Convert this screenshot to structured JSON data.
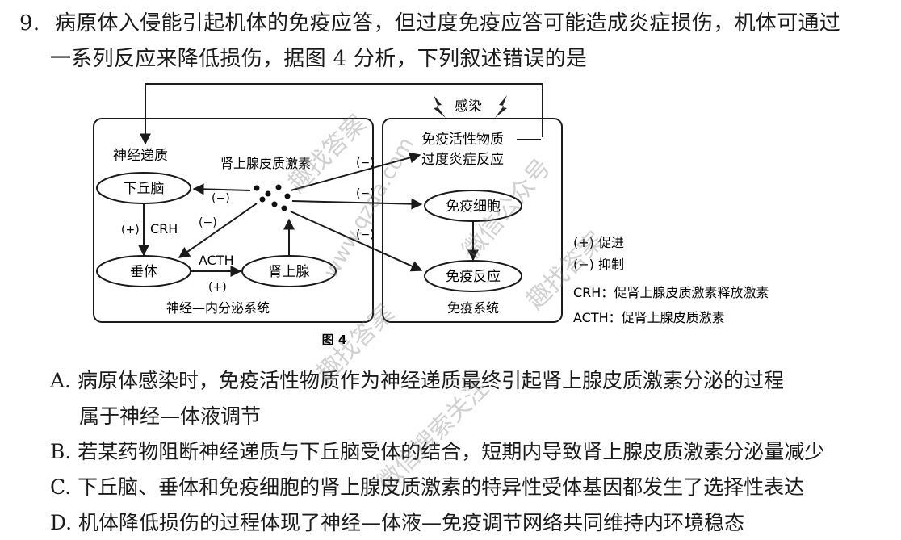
{
  "question": {
    "number": "9.",
    "line1": "病原体入侵能引起机体的免疫应答，但过度免疫应答可能造成炎症损伤，机体可通过",
    "line2": "一系列反应来降低损伤，据图 4 分析，下列叙述错误的是"
  },
  "figure": {
    "caption": "图 4",
    "left_box_title": "神经—内分泌系统",
    "right_box_title": "免疫系统",
    "neurotransmitter": "神经递质",
    "hypothalamus": "下丘脑",
    "pituitary": "垂体",
    "adrenal": "肾上腺",
    "hormone": "肾上腺皮质激素",
    "crh": "CRH",
    "acth": "ACTH",
    "infection": "感染",
    "active_substance": "免疫活性物质",
    "inflammation": "过度炎症反应",
    "immune_cell": "免疫细胞",
    "immune_response": "免疫反应",
    "plus": "(+)",
    "minus": "(−)"
  },
  "legend": {
    "plus": "(+)  促进",
    "minus": "(−)  抑制",
    "crh": "CRH：促肾上腺皮质激素释放激素",
    "acth": "ACTH：促肾上腺皮质激素"
  },
  "options": {
    "a1": "A.  病原体感染时，免疫活性物质作为神经递质最终引起肾上腺皮质激素分泌的过程",
    "a2": "属于神经—体液调节",
    "b": "B.  若某药物阻断神经递质与下丘脑受体的结合，短期内导致肾上腺皮质激素分泌量减少",
    "c": "C.  下丘脑、垂体和免疫细胞的肾上腺皮质激素的特异性受体基因都发生了选择性表达",
    "d": "D.  机体降低损伤的过程体现了神经—体液—免疫调节网络共同维持内环境稳态"
  },
  "watermark": {
    "w1": "趣找答案",
    "w2": "www.qzda.com",
    "w3": "微信公众号",
    "w4": "趣找答案",
    "w5": "趣找答案",
    "w6": "微信搜索关注"
  }
}
